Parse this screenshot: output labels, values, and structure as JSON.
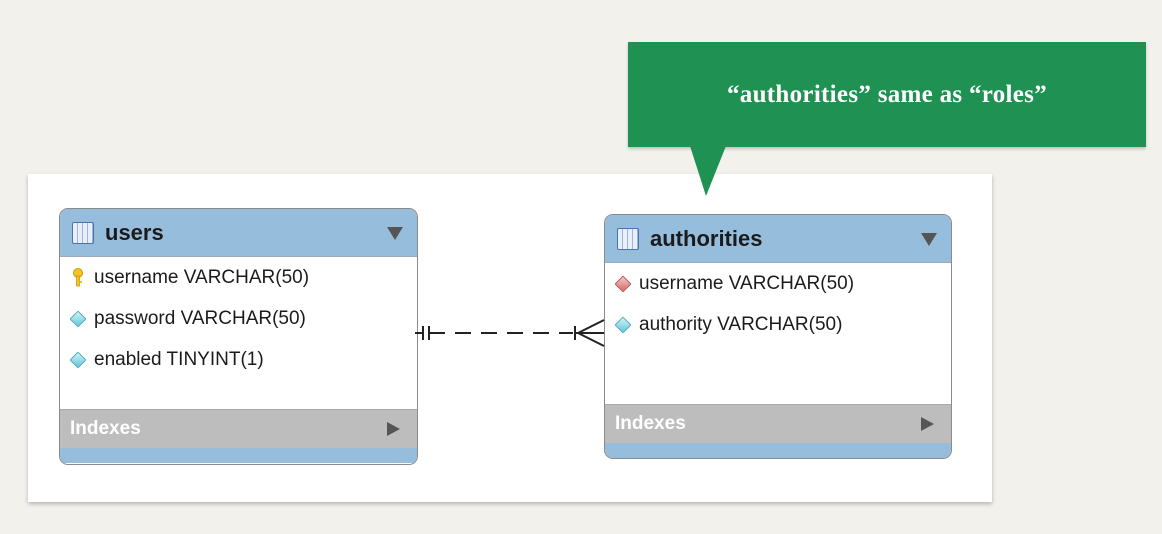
{
  "callout": {
    "text": "“authorities” same as “roles”"
  },
  "tables": {
    "users": {
      "name": "users",
      "columns": [
        {
          "label": "username VARCHAR(50)",
          "icon": "primary-key-icon"
        },
        {
          "label": "password VARCHAR(50)",
          "icon": "column-diamond-icon"
        },
        {
          "label": "enabled TINYINT(1)",
          "icon": "column-diamond-icon"
        }
      ],
      "indexes_label": "Indexes"
    },
    "authorities": {
      "name": "authorities",
      "columns": [
        {
          "label": "username VARCHAR(50)",
          "icon": "foreign-key-icon"
        },
        {
          "label": "authority VARCHAR(50)",
          "icon": "column-diamond-icon"
        }
      ],
      "indexes_label": "Indexes"
    }
  },
  "colors": {
    "callout_bg": "#1f9152",
    "table_header": "#97bddd",
    "indexes_bar": "#bdbdbd"
  }
}
